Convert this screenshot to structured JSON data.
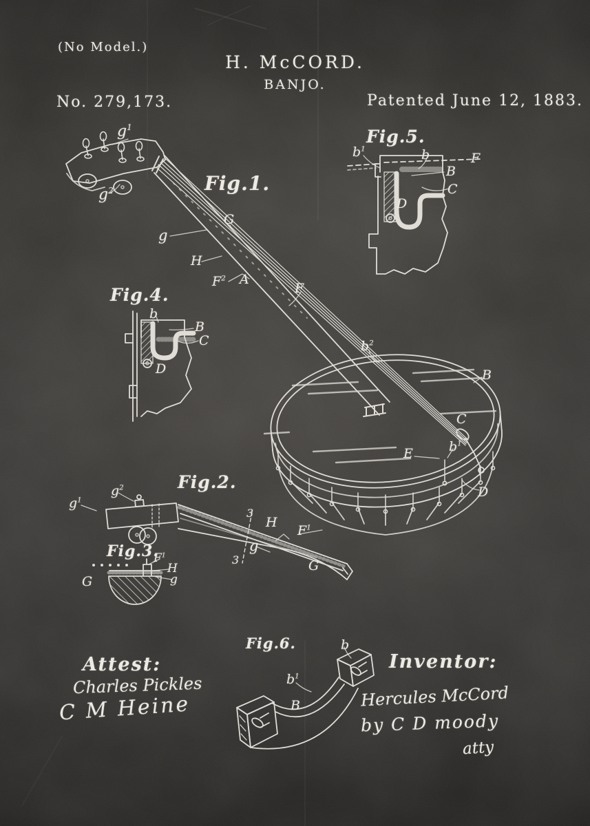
{
  "colors": {
    "background": "#343230",
    "chalk": "#eceae3"
  },
  "header": {
    "no_model": "(No Model.)",
    "inventor_name": "H. McCORD.",
    "subject": "BANJO.",
    "patent_number": "No. 279,173.",
    "patent_date": "Patented June 12, 1883."
  },
  "figures": {
    "fig1": {
      "title": "Fig.1.",
      "labels": {
        "g1": {
          "base": "g",
          "sup": "1"
        },
        "g2": {
          "base": "g",
          "sup": "2"
        },
        "g": {
          "base": "g"
        },
        "G": {
          "base": "G"
        },
        "H": {
          "base": "H"
        },
        "F2": {
          "base": "F",
          "sup": "2"
        },
        "A": {
          "base": "A"
        },
        "F": {
          "base": "F"
        },
        "b2": {
          "base": "b",
          "sup": "2"
        },
        "B": {
          "base": "B"
        },
        "C": {
          "base": "C"
        },
        "E": {
          "base": "E"
        },
        "b1": {
          "base": "b",
          "sup": "1"
        },
        "D": {
          "base": "D"
        }
      }
    },
    "fig2": {
      "title": "Fig.2.",
      "labels": {
        "g1": {
          "base": "g",
          "sup": "1"
        },
        "g2": {
          "base": "g",
          "sup": "2"
        },
        "three_top": {
          "base": "3"
        },
        "H": {
          "base": "H"
        },
        "F1": {
          "base": "F",
          "sup": "1"
        },
        "g": {
          "base": "g"
        },
        "three_bottom": {
          "base": "3"
        },
        "G": {
          "base": "G"
        }
      }
    },
    "fig3": {
      "title": "Fig.3.",
      "labels": {
        "F1": {
          "base": "F",
          "sup": "1"
        },
        "H": {
          "base": "H"
        },
        "g": {
          "base": "g"
        },
        "G": {
          "base": "G"
        }
      }
    },
    "fig4": {
      "title": "Fig.4.",
      "labels": {
        "b": {
          "base": "b"
        },
        "B": {
          "base": "B"
        },
        "C": {
          "base": "C"
        },
        "D": {
          "base": "D"
        }
      }
    },
    "fig5": {
      "title": "Fig.5.",
      "labels": {
        "b1": {
          "base": "b",
          "sup": "1"
        },
        "b": {
          "base": "b"
        },
        "F": {
          "base": "F"
        },
        "B": {
          "base": "B"
        },
        "C": {
          "base": "C"
        },
        "D": {
          "base": "D"
        }
      }
    },
    "fig6": {
      "title": "Fig.6.",
      "labels": {
        "b": {
          "base": "b"
        },
        "b1": {
          "base": "b",
          "sup": "1"
        },
        "B": {
          "base": "B"
        }
      }
    }
  },
  "attest": {
    "heading": "Attest:",
    "signature1": "Charles Pickles",
    "signature2": "C M Heine"
  },
  "inventor": {
    "heading": "Inventor:",
    "signature": "Hercules McCord",
    "by_line": "by C D moody",
    "atty": "atty"
  }
}
